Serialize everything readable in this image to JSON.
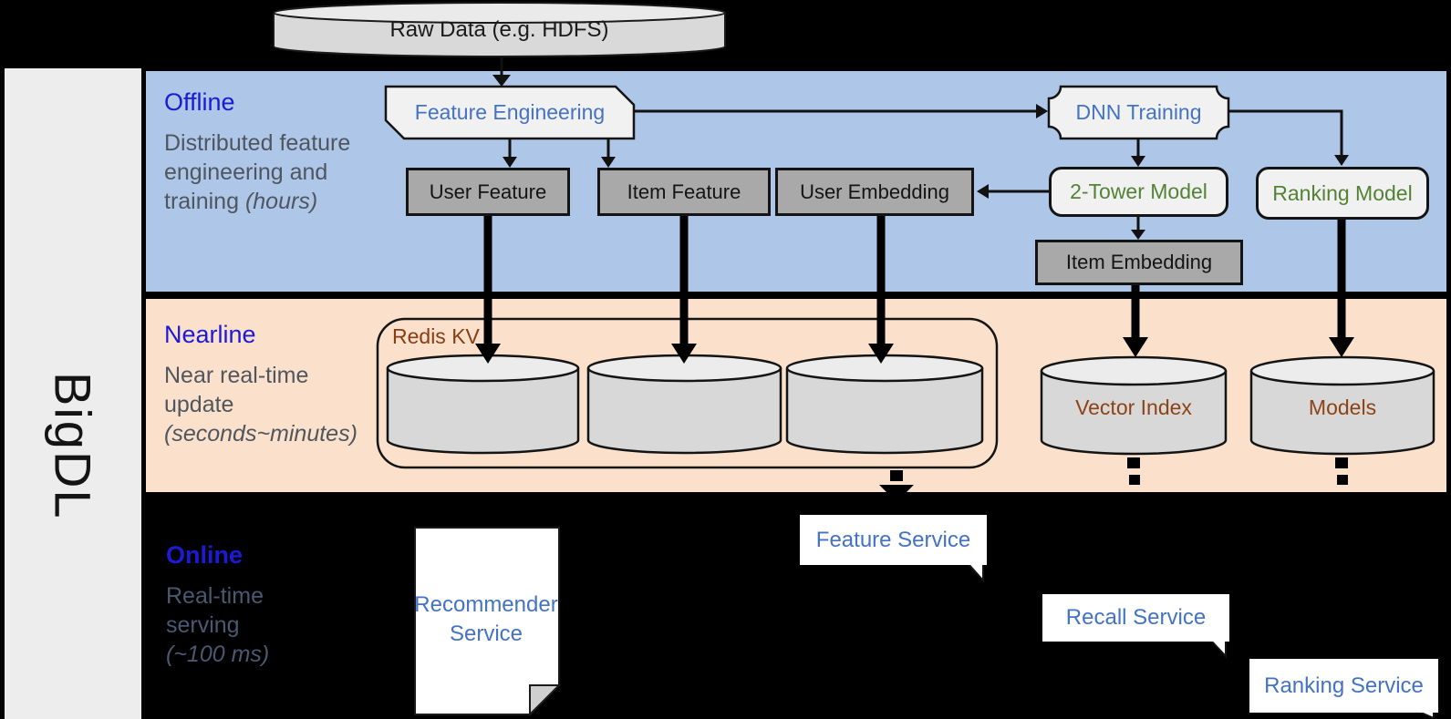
{
  "brand": {
    "name": "BigDL"
  },
  "bands": {
    "offline": {
      "title": "Offline",
      "subtitle": "Distributed feature engineering and training",
      "subtitle_italic": "(hours)"
    },
    "nearline": {
      "title": "Nearline",
      "subtitle": "Near real-time update",
      "subtitle_italic": "(seconds~minutes)"
    },
    "online": {
      "title": "Online",
      "subtitle": "Real-time serving",
      "subtitle_italic": "(~100 ms)"
    }
  },
  "nodes": {
    "raw_data": {
      "label": "Raw Data (e.g. HDFS)"
    },
    "feature_engineering": {
      "label": "Feature Engineering"
    },
    "dnn_training": {
      "label": "DNN Training"
    },
    "user_feature": {
      "label": "User Feature"
    },
    "item_feature": {
      "label": "Item Feature"
    },
    "user_embedding": {
      "label": "User Embedding"
    },
    "two_tower_model": {
      "label": "2-Tower Model"
    },
    "ranking_model": {
      "label": "Ranking Model"
    },
    "item_embedding": {
      "label": "Item Embedding"
    },
    "redis_kv": {
      "label": "Redis KV"
    },
    "vector_index": {
      "label": "Vector Index"
    },
    "models": {
      "label": "Models"
    },
    "recommender_service": {
      "label": "Recommender Service"
    },
    "feature_service": {
      "label": "Feature Service"
    },
    "recall_service": {
      "label": "Recall Service"
    },
    "ranking_service": {
      "label": "Ranking Service"
    }
  },
  "colors": {
    "offline_band": "#aec6e8",
    "nearline_band": "#fbe1cb",
    "online_band": "#000000",
    "sidebar": "#ededed",
    "band_title_blue": "#1b1bd7",
    "subtitle_gray": "#4f565f",
    "node_text_blue": "#4472c4",
    "node_text_green": "#548235",
    "node_text_brown": "#8e4315",
    "gray_box_fill": "#a9a9a9",
    "light_box_fill": "#f1f1f1",
    "cylinder_fill": "#d8d8d8",
    "cylinder_top_fill": "#ececec"
  }
}
